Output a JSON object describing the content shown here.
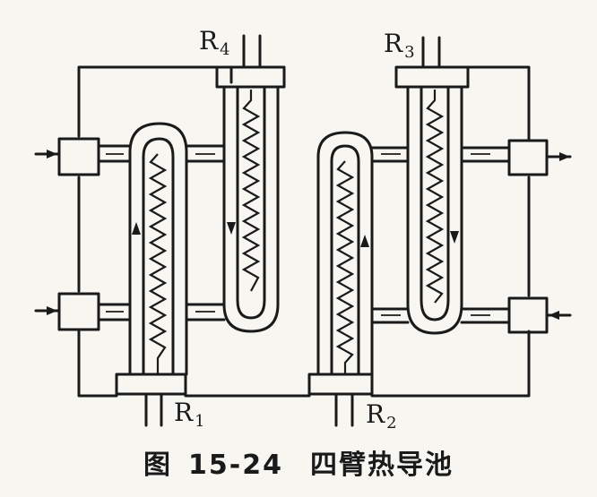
{
  "labels": {
    "r4": {
      "main": "R",
      "sub": "4"
    },
    "r3": {
      "main": "R",
      "sub": "3"
    },
    "r1": {
      "main": "R",
      "sub": "1"
    },
    "r2": {
      "main": "R",
      "sub": "2"
    }
  },
  "caption": {
    "prefix": "图",
    "number": "15-24",
    "title": "四臂热导池"
  },
  "colors": {
    "ink": "#1a1a1a",
    "paper": "#f7f6f1"
  }
}
